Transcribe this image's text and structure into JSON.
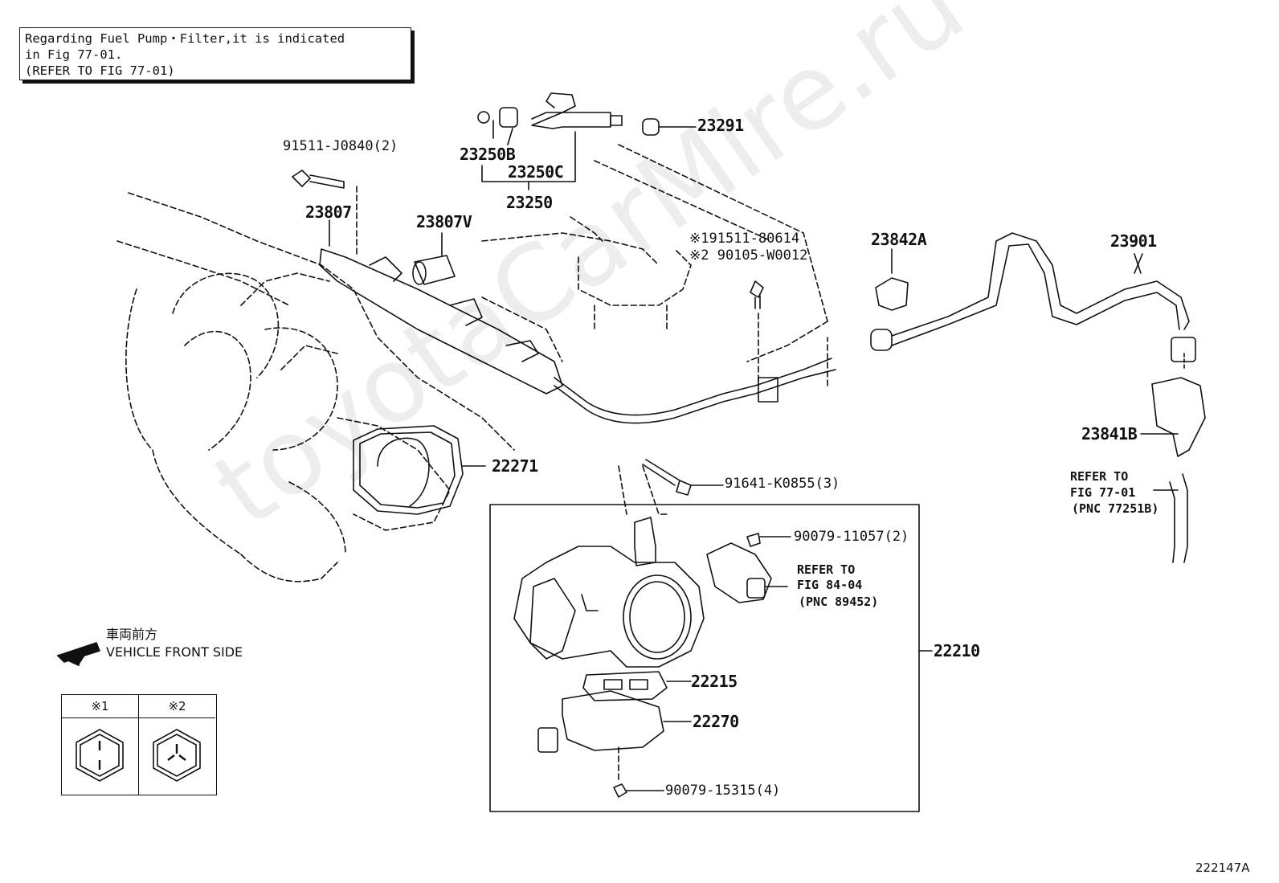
{
  "note": {
    "line1": "Regarding Fuel Pump・Filter,it is indicated",
    "line2": "in Fig 77-01.",
    "line3": "(REFER TO FIG 77-01)"
  },
  "parts": {
    "p91511_J0840": "91511-J0840(2)",
    "p23250B": "23250B",
    "p23250C": "23250C",
    "p23250": "23250",
    "p23291": "23291",
    "p23807": "23807",
    "p23807V": "23807V",
    "p91511_80614": "※191511-80614",
    "p90105_W0012": "※2 90105-W0012",
    "p23842A": "23842A",
    "p23901": "23901",
    "p22271": "22271",
    "p91641_K0855": "91641-K0855(3)",
    "p90079_11057": "90079-11057(2)",
    "p22210": "22210",
    "p22215": "22215",
    "p22270": "22270",
    "p90079_15315": "90079-15315(4)",
    "p23841B": "23841B"
  },
  "refs": {
    "fig8404": {
      "l1": "REFER TO",
      "l2": "FIG 84-04",
      "l3": "(PNC 89452)"
    },
    "fig7701": {
      "l1": "REFER TO",
      "l2": "FIG 77-01",
      "l3": "(PNC 77251B)"
    }
  },
  "direction": {
    "jp": "車両前方",
    "en": "VEHICLE FRONT SIDE"
  },
  "legend": {
    "h1": "※1",
    "h2": "※2"
  },
  "watermark": "toyotaCarMire.ru",
  "figure_code": "222147A"
}
